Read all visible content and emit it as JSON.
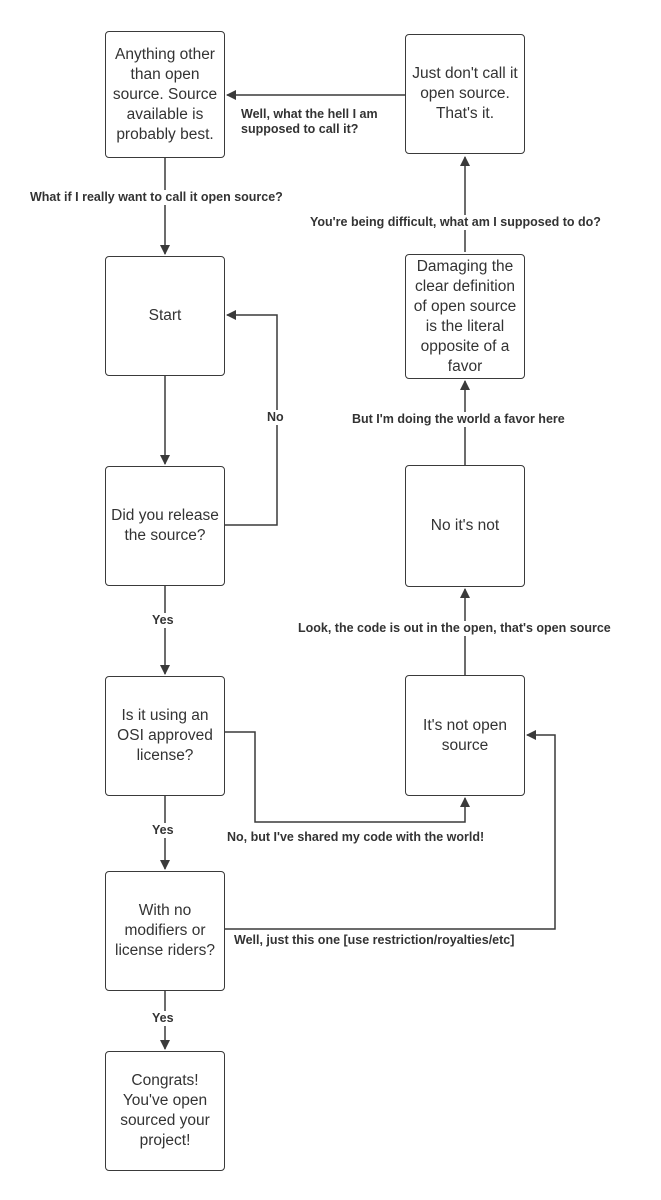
{
  "diagram": {
    "nodes": {
      "anything_other": "Anything other than open source. Source available is probably best.",
      "just_dont_call": "Just don't call it open source. That's it.",
      "start": "Start",
      "damaging": "Damaging the clear definition of open source is the literal opposite of a favor",
      "release_source": "Did you release the source?",
      "no_its_not": "No it's not",
      "osi_license": "Is it using an OSI approved license?",
      "not_open_source": "It's not open source",
      "no_modifiers": "With no modifiers or license riders?",
      "congrats": "Congrats! You've open sourced your project!"
    },
    "edges": {
      "what_the_hell": "Well, what the hell I am supposed to call it?",
      "really_want": "What if I really want to call it open source?",
      "being_difficult": "You're being difficult, what am I supposed to do?",
      "no": "No",
      "doing_favor": "But I'm doing the world a favor here",
      "yes_1": "Yes",
      "code_in_open": "Look, the code is out in the open, that's open source",
      "yes_2": "Yes",
      "shared_code": "No, but I've shared my code with the world!",
      "just_this_one": "Well, just this one [use restriction/royalties/etc]",
      "yes_3": "Yes"
    }
  },
  "colors": {
    "line": "#3a3a3a",
    "text": "#333333",
    "background": "#ffffff"
  }
}
